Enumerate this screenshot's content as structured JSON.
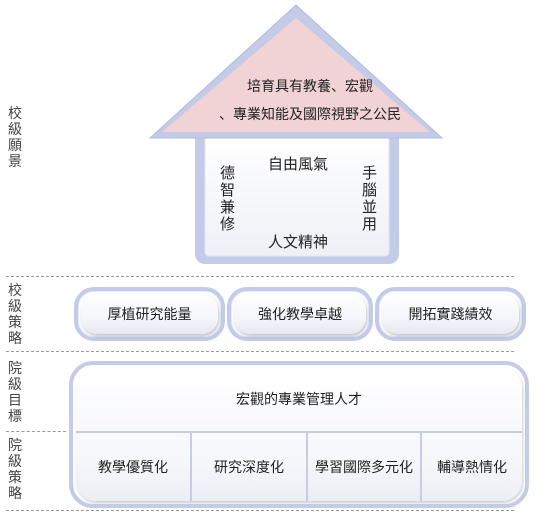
{
  "labels": {
    "vision": "校級願景",
    "school_strategy": "校級策略",
    "college_goal": "院級目標",
    "college_strategy": "院級策略"
  },
  "roof": {
    "line1": "培育具有教養、宏觀",
    "line2": "、專業知能及國際視野之公民"
  },
  "house": {
    "top": "自由風氣",
    "bottom": "人文精神",
    "left": "德智兼修",
    "right": "手腦並用"
  },
  "school_strategies": [
    "厚植研究能量",
    "強化教學卓越",
    "開拓實踐績效"
  ],
  "college_goal": "宏觀的專業管理人才",
  "college_strategies": [
    "教學優質化",
    "研究深度化",
    "學習國際多元化",
    "輔導熱情化"
  ],
  "colors": {
    "roof_fill": "#f1d3d5",
    "frame": "#c3cbe8",
    "divider": "#c8cce0"
  }
}
